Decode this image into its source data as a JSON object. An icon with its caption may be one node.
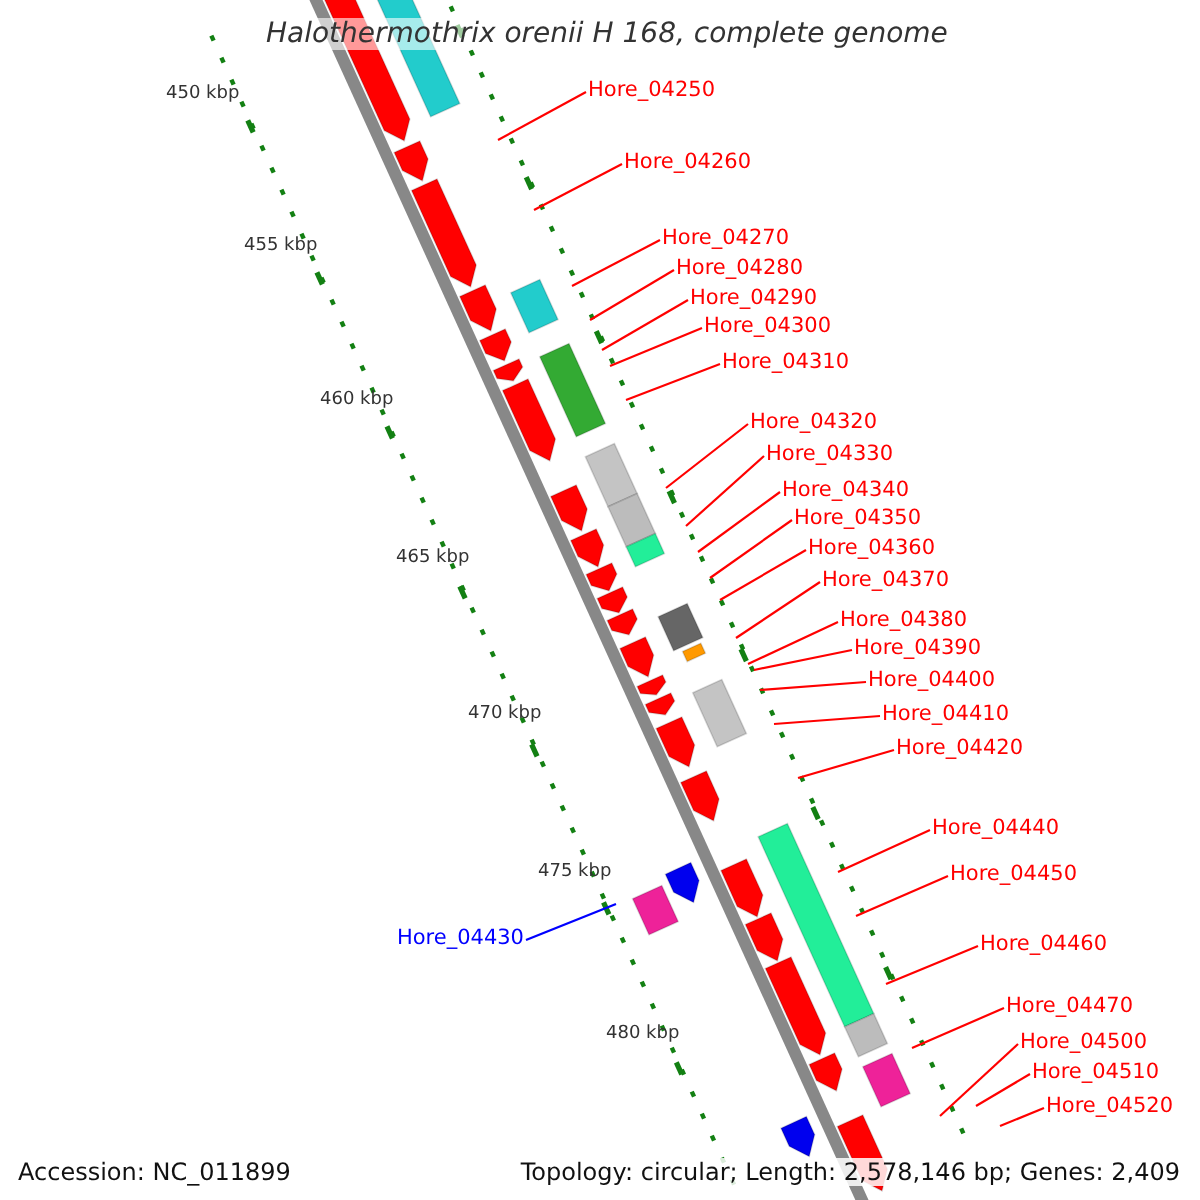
{
  "diagram": {
    "title": "Halothermothrix orenii H 168, complete genome",
    "nodes": [
      {
        "text": [
          "Hore_04250"
        ]
      },
      {
        "text": [
          "Hore_04260"
        ]
      },
      {
        "text": [
          "Hore_04270"
        ]
      },
      {
        "text": [
          "Hore_04280"
        ]
      },
      {
        "text": [
          "Hore_04290"
        ]
      },
      {
        "text": [
          "Hore_04300"
        ]
      },
      {
        "text": [
          "Hore_04310"
        ]
      },
      {
        "text": [
          "Hore_04320"
        ]
      },
      {
        "text": [
          "Hore_04330"
        ]
      },
      {
        "text": [
          "Hore_04340"
        ]
      },
      {
        "text": [
          "Hore_04350"
        ]
      },
      {
        "text": [
          "Hore_04360"
        ]
      },
      {
        "text": [
          "Hore_04370"
        ]
      },
      {
        "text": [
          "Hore_04380"
        ]
      },
      {
        "text": [
          "Hore_04390"
        ]
      },
      {
        "text": [
          "Hore_04400"
        ]
      },
      {
        "text": [
          "Hore_04410"
        ]
      },
      {
        "text": [
          "Hore_04420"
        ]
      },
      {
        "text": [
          "Hore_04430"
        ]
      },
      {
        "text": [
          "Hore_04440"
        ]
      },
      {
        "text": [
          "Hore_04450"
        ]
      },
      {
        "text": [
          "Hore_04460"
        ]
      },
      {
        "text": [
          "Hore_04470"
        ]
      },
      {
        "text": [
          "Hore_04500"
        ]
      },
      {
        "text": [
          "Hore_04510"
        ]
      },
      {
        "text": [
          "Hore_04520"
        ]
      }
    ],
    "edges": [
      {
        "from": 0,
        "to": null,
        "arrow": "none"
      },
      {
        "from": 1,
        "to": null,
        "arrow": "none"
      },
      {
        "from": 2,
        "to": null,
        "arrow": "none"
      },
      {
        "from": 3,
        "to": null,
        "arrow": "none"
      },
      {
        "from": 4,
        "to": null,
        "arrow": "none"
      },
      {
        "from": 5,
        "to": null,
        "arrow": "none"
      },
      {
        "from": 6,
        "to": null,
        "arrow": "none"
      },
      {
        "from": 7,
        "to": null,
        "arrow": "none"
      },
      {
        "from": 8,
        "to": null,
        "arrow": "none"
      },
      {
        "from": 9,
        "to": null,
        "arrow": "none"
      },
      {
        "from": 10,
        "to": null,
        "arrow": "none"
      },
      {
        "from": 11,
        "to": null,
        "arrow": "none"
      },
      {
        "from": 12,
        "to": null,
        "arrow": "none"
      },
      {
        "from": 13,
        "to": null,
        "arrow": "none"
      },
      {
        "from": 14,
        "to": null,
        "arrow": "none"
      },
      {
        "from": 15,
        "to": null,
        "arrow": "none"
      },
      {
        "from": 16,
        "to": null,
        "arrow": "none"
      },
      {
        "from": 17,
        "to": null,
        "arrow": "none"
      },
      {
        "from": 18,
        "to": null,
        "arrow": "none",
        "color": "#0000ff"
      },
      {
        "from": 19,
        "to": null,
        "arrow": "none"
      },
      {
        "from": 20,
        "to": null,
        "arrow": "none"
      },
      {
        "from": 21,
        "to": null,
        "arrow": "none"
      },
      {
        "from": 22,
        "to": null,
        "arrow": "none"
      },
      {
        "from": 23,
        "to": null,
        "arrow": "none"
      },
      {
        "from": 24,
        "to": null,
        "arrow": "none"
      },
      {
        "from": 25,
        "to": null,
        "arrow": "none"
      }
    ],
    "labels": [
      "450 kbp",
      "455 kbp",
      "460 kbp",
      "465 kbp",
      "470 kbp",
      "475 kbp",
      "480 kbp",
      "Accession: NC_011899",
      "Topology: circular; Length: 2,578,146 bp; Genes: 2,409"
    ]
  }
}
